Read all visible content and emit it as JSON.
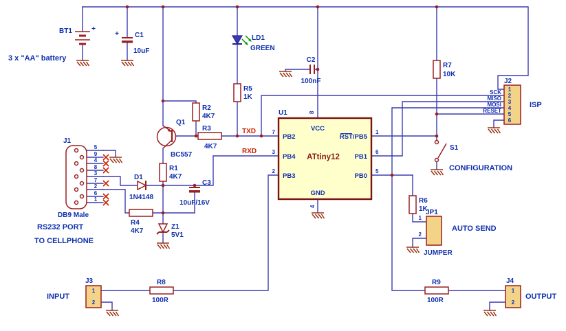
{
  "colors": {
    "wire": "#3b3bb3",
    "component": "#9b1f1f",
    "label": "#0f2fae",
    "net_label": "#cc2200",
    "ic_fill": "#ffffcc",
    "connector_fill": "#f2d388",
    "led_body": "#3a3ab8",
    "led_glow": "#009b00"
  },
  "power": {
    "bt1_ref": "BT1",
    "bt1_desc": "3 x \"AA\" battery",
    "plus": "+",
    "c1_ref": "C1",
    "c1_val": "10uF",
    "c2_ref": "C2",
    "c2_val": "100nF"
  },
  "tx": {
    "ld1_ref": "LD1",
    "ld1_val": "GREEN",
    "r5_ref": "R5",
    "r5_val": "1K",
    "r2_ref": "R2",
    "r2_val": "4K7",
    "r3_ref": "R3",
    "r3_val": "4K7",
    "q1_ref": "Q1",
    "q1_val": "BC557"
  },
  "rx": {
    "r1_ref": "R1",
    "r1_val": "4K7",
    "d1_ref": "D1",
    "d1_val": "1N4148",
    "c3_ref": "C3",
    "c3_val": "10uF/16V",
    "r4_ref": "R4",
    "r4_val": "4K7",
    "z1_ref": "Z1",
    "z1_val": "5V1"
  },
  "nets": {
    "txd": "TXD",
    "rxd": "RXD"
  },
  "mcu": {
    "ref": "U1",
    "part": "ATtiny12",
    "pin_vcc": "VCC",
    "pin_gnd": "GND",
    "pin_pb2": "PB2",
    "pin_pb4": "PB4",
    "pin_pb3": "PB3",
    "pin_rst": "RST/PB5",
    "pin_pb1": "PB1",
    "pin_pb0": "PB0",
    "num_pb2": "7",
    "num_pb4": "3",
    "num_pb3": "2",
    "num_rst": "1",
    "num_pb1": "6",
    "num_pb0": "5",
    "num_vcc": "8",
    "num_gnd": "4"
  },
  "rs232": {
    "ref": "J1",
    "type": "DB9 Male",
    "caption1": "RS232 PORT",
    "caption2": "TO CELLPHONE",
    "pins": [
      "5",
      "9",
      "4",
      "8",
      "3",
      "7",
      "2",
      "6",
      "1"
    ]
  },
  "isp": {
    "ref": "J2",
    "caption": "ISP",
    "r7_ref": "R7",
    "r7_val": "10K",
    "pins": [
      "1",
      "2",
      "3",
      "4",
      "5",
      "6"
    ],
    "signals": [
      "SCK",
      "MISO",
      "MOSI",
      "RESET"
    ]
  },
  "config": {
    "ref": "S1",
    "caption": "CONFIGURATION"
  },
  "autosend": {
    "ref": "JP1",
    "type": "JUMPER",
    "caption": "AUTO SEND",
    "r6_ref": "R6",
    "r6_val": "1K",
    "pins": [
      "1",
      "2"
    ]
  },
  "io": {
    "j3_ref": "J3",
    "j3_caption": "INPUT",
    "j3_pins": [
      "1",
      "2"
    ],
    "r8_ref": "R8",
    "r8_val": "100R",
    "j4_ref": "J4",
    "j4_caption": "OUTPUT",
    "j4_pins": [
      "1",
      "2"
    ],
    "r9_ref": "R9",
    "r9_val": "100R"
  }
}
